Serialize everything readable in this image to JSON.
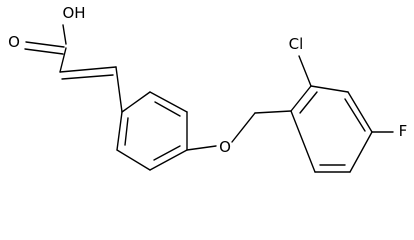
{
  "labels": {
    "hydroxyl": "OH",
    "carbonyl_oxygen": "O",
    "ether_oxygen": "O",
    "chlorine": "Cl",
    "fluorine": "F"
  },
  "colors": {
    "bond": "#000000",
    "text": "#000000",
    "background": "#ffffff"
  }
}
